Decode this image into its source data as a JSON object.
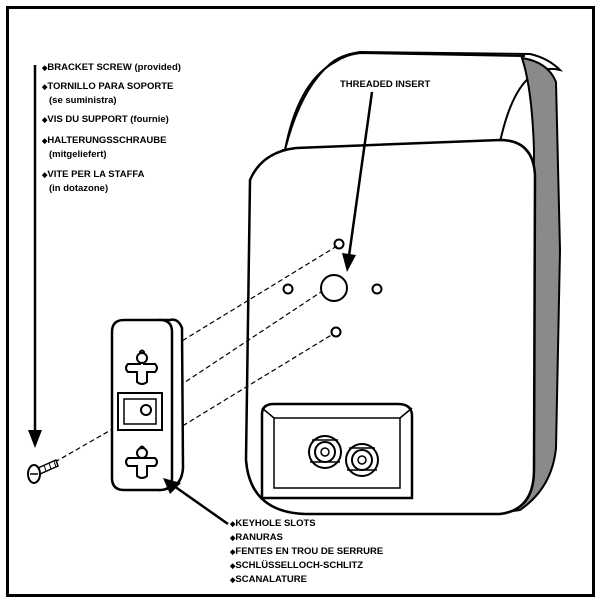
{
  "labels": {
    "screw": [
      "BRACKET SCREW (provided)",
      "TORNILLO PARA SOPORTE",
      "(se suministra)",
      "VIS DU SUPPORT (fournie)",
      "HALTERUNGSSCHRAUBE",
      "(mitgeliefert)",
      "VITE PER LA STAFFA",
      "(in dotazone)"
    ],
    "threaded_insert": "THREADED INSERT",
    "keyhole": [
      "KEYHOLE SLOTS",
      "RANURAS",
      "FENTES EN TROU DE SERRURE",
      "SCHLÜSSELLOCH-SCHLITZ",
      "SCANALATURE"
    ]
  },
  "bullet": "◆",
  "colors": {
    "line": "#000000",
    "speaker_side": "#8a8a8a",
    "background": "#ffffff"
  }
}
